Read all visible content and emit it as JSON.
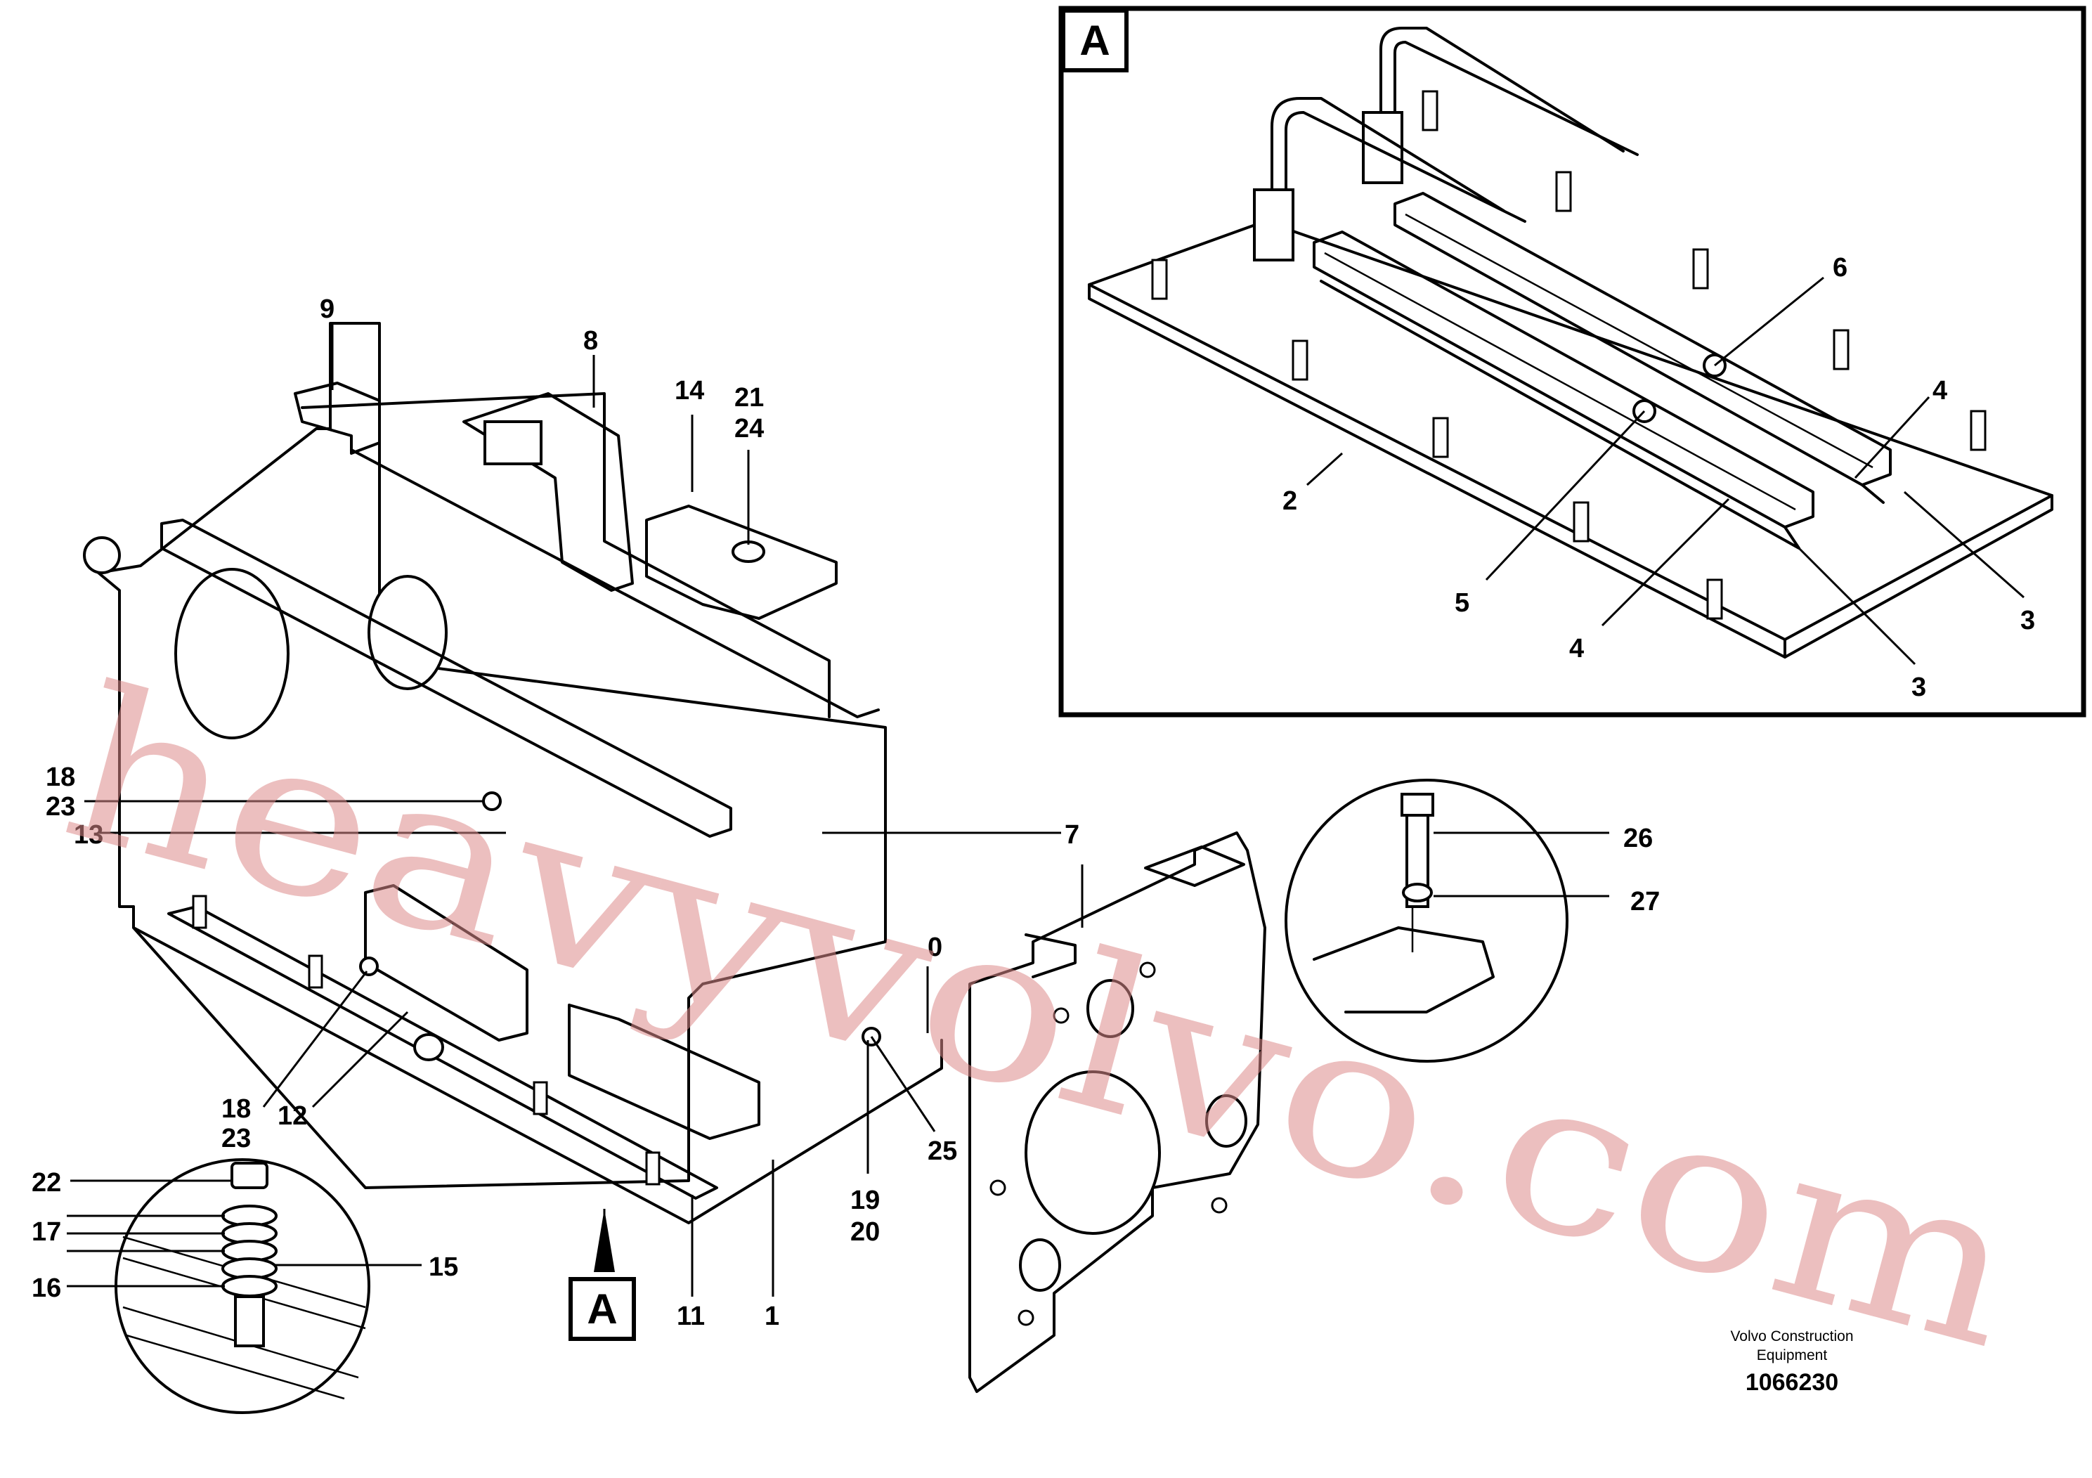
{
  "watermark": "heavyvolvo.com",
  "detail_label": "A",
  "footer": {
    "brand_line1": "Volvo Construction",
    "brand_line2": "Equipment",
    "drawing_number": "1066230"
  },
  "callouts": {
    "c9": "9",
    "c8": "8",
    "c14": "14",
    "c21": "21",
    "c24": "24",
    "c18a": "18",
    "c23a": "23",
    "c13": "13",
    "c7": "7",
    "c0": "0",
    "c18b": "18",
    "c23b": "23",
    "c12": "12",
    "c25": "25",
    "c19": "19",
    "c20": "20",
    "c11": "11",
    "c1": "1",
    "c22": "22",
    "c17": "17",
    "c15": "15",
    "c16": "16",
    "c26": "26",
    "c27": "27",
    "c6": "6",
    "c4a": "4",
    "c2": "2",
    "c5": "5",
    "c4b": "4",
    "c3a": "3",
    "c3b": "3"
  }
}
